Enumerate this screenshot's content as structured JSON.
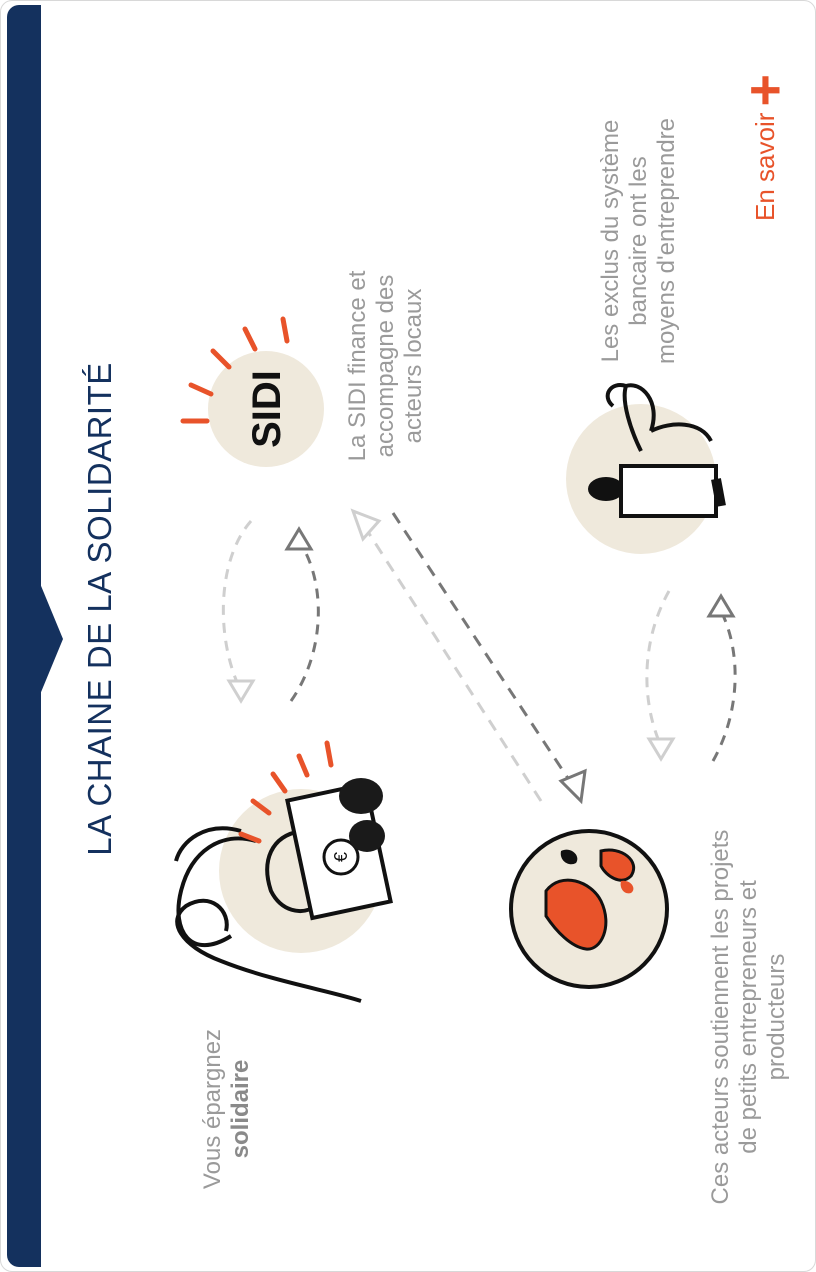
{
  "title": "LA CHAINE DE LA SOLIDARITÉ",
  "badge": {
    "label": "SIDI"
  },
  "captions": {
    "savers": {
      "line1": "Vous épargnez",
      "line2": "solidaire"
    },
    "sidi": "La SIDI finance et accompagne des acteurs locaux",
    "actors": "Ces acteurs soutiennent les projets de petits entrepreneurs et producteurs",
    "excluded": "Les exclus du système bancaire ont les moyens d'entreprendre"
  },
  "more_link": {
    "label": "En savoir",
    "symbol": "+"
  },
  "icons": {
    "euro": "€",
    "colors": {
      "navy": "#14315e",
      "accent": "#e8532a",
      "circle": "#efe9dc",
      "caption": "#9a9a9a"
    }
  }
}
